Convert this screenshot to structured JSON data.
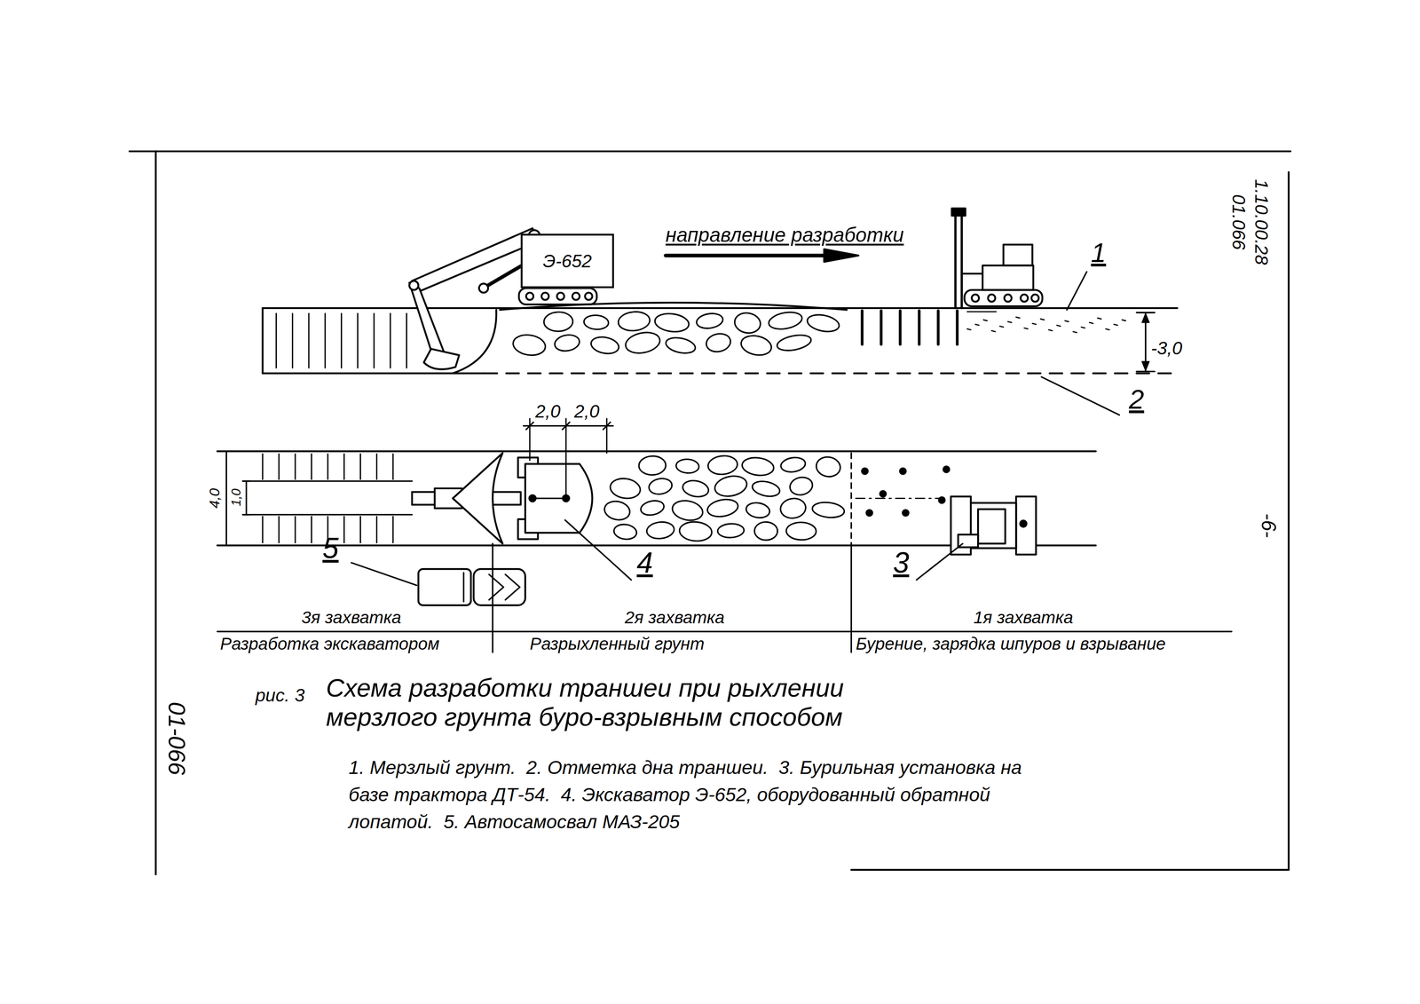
{
  "diagram": {
    "title": "Схема разработки траншеи при рыхлении мерзлого грунта буро-взрывным способом",
    "nodes": [
      {
        "text": [
          "Э-652"
        ]
      }
    ],
    "labels": [
      "направление разработки",
      "1",
      "-3,0",
      "2",
      "2,0",
      "2,0",
      "4,0",
      "1,0",
      "5",
      "4",
      "3",
      "3я захватка",
      "Разработка экскаватором",
      "2я захватка",
      "Разрыхленный грунт",
      "1я захватка",
      "Бурение, зарядка шпуров и взрывание",
      "рис. 3",
      "1. Мерзлый грунт.",
      "2. Отметка дна траншеи.",
      "3. Бурильная установка на базе трактора ДТ-54.",
      "4. Экскаватор Э-652, оборудованный обратной лопатой.",
      "5. Автосамосвал МАЗ-205",
      "1.10.00.28",
      "01.066",
      "-6-",
      "01-066"
    ]
  }
}
